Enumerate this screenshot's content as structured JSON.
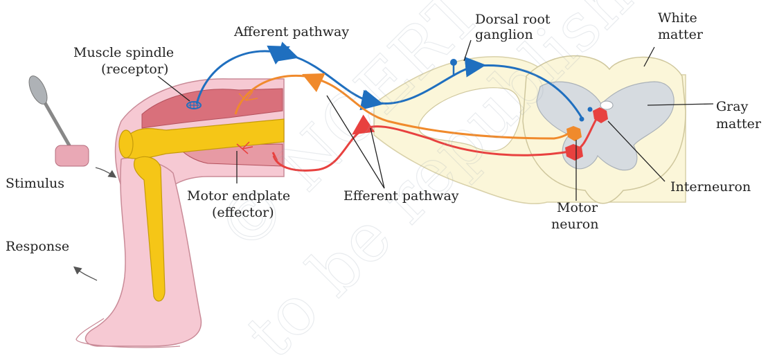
{
  "labels": {
    "afferent_pathway": "Afferent pathway",
    "dorsal_root_ganglion": [
      "Dorsal root",
      "ganglion"
    ],
    "white_matter": [
      "White",
      "matter"
    ],
    "muscle_spindle": [
      "Muscle spindle",
      "(receptor)"
    ],
    "gray_matter": [
      "Gray",
      "matter"
    ],
    "stimulus": "Stimulus",
    "motor_endplate": [
      "Motor endplate",
      "(effector)"
    ],
    "efferent_pathway": "Efferent pathway",
    "interneuron": "Interneuron",
    "motor_neuron": [
      "Motor",
      "neuron"
    ],
    "response": "Response"
  },
  "watermark": {
    "line1": "© NCERT",
    "line2": "to be republished"
  },
  "colors": {
    "afferent": "#1f6fbf",
    "efferent": "#e8413f",
    "interneuron_path": "#f08a2c",
    "skin": "#f6c9d3",
    "bone": "#f5c617",
    "muscle": "#d9707b",
    "spinal_white": "#fbf6d9",
    "spinal_gray": "#d6dbe0"
  }
}
